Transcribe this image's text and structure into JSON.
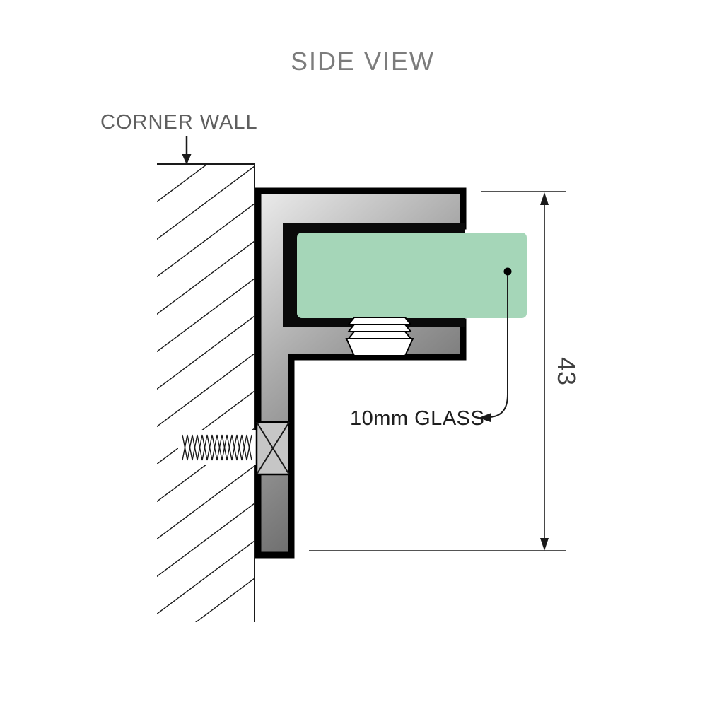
{
  "diagram": {
    "title": "SIDE VIEW",
    "wall_label": "CORNER WALL",
    "glass_label": "10mm GLASS",
    "dimension_value": "43",
    "colors": {
      "glass": "#a5d6b8",
      "outline": "#000000",
      "title_text": "#7c7c7c",
      "wall_text": "#5f5f5f",
      "glass_text": "#1e1e1e",
      "dimension_text": "#3f3f3f",
      "metal_light": "#ececec",
      "metal_dark": "#5c5c5c"
    }
  }
}
